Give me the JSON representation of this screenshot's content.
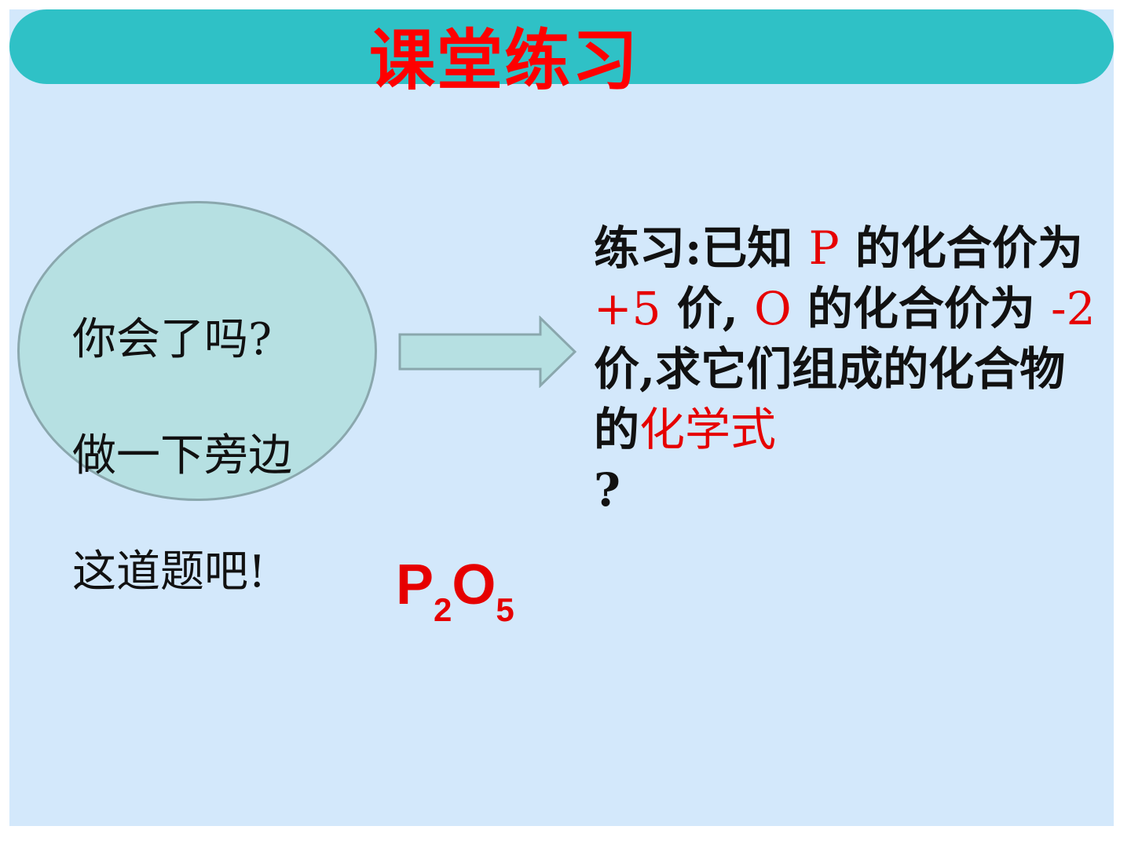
{
  "slide": {
    "title": "课堂练习",
    "bubble": {
      "lines": [
        "你会了吗?",
        "做一下旁边",
        "这道题吧!"
      ]
    },
    "question": {
      "p1": "练习:已知 ",
      "p_element": "P",
      "p2": " 的化合价为 ",
      "p_valence": "+5",
      "p3": " 价, ",
      "o_element": "O",
      "p4": " 的化合价为 ",
      "o_valence": "-2",
      "p5": " 价,求它们组成的化合物的",
      "highlight": "化学式",
      "p6": "?"
    },
    "answer": {
      "el1": "P",
      "n1": "2",
      "el2": "O",
      "n2": "5"
    }
  },
  "colors": {
    "title_bar": "#2fc1c6",
    "title_text": "#ff0000",
    "background": "#d3e8fb",
    "bubble_fill": "#b6e0e2",
    "arrow_fill": "#b6e0e2",
    "accent_red": "#e60000"
  },
  "icons": {
    "arrow": "right-arrow-icon"
  }
}
